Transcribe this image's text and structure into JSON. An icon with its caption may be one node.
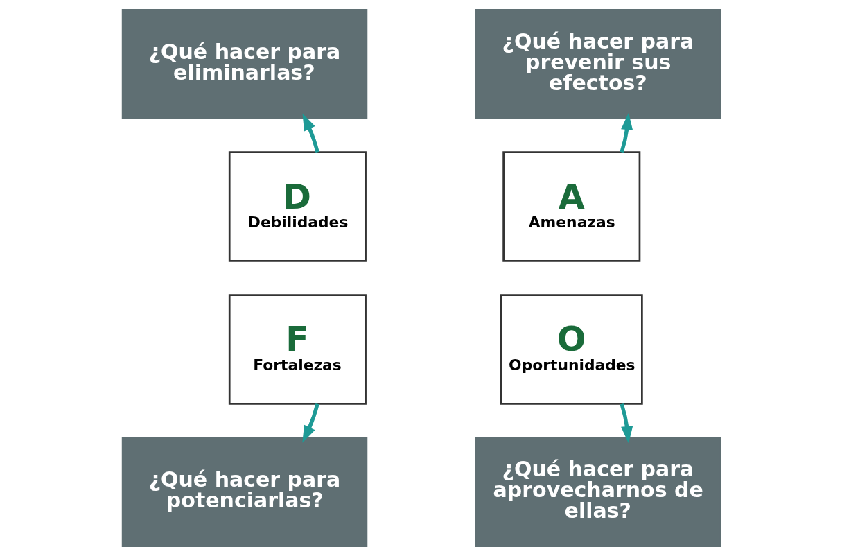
{
  "diagram": {
    "nodes": [
      {
        "text": [
          "¿Qué hacer para eliminarlas?"
        ]
      },
      {
        "text": [
          "¿Qué hacer para prevenir sus efectos?"
        ]
      },
      {
        "text": [
          "D",
          "Debilidades"
        ]
      },
      {
        "text": [
          "A",
          "Amenazas"
        ]
      },
      {
        "text": [
          "F",
          "Fortalezas"
        ]
      },
      {
        "text": [
          "O",
          "Oportunidades"
        ]
      },
      {
        "text": [
          "¿Qué hacer para potenciarlas?"
        ]
      },
      {
        "text": [
          "¿Qué hacer para aprovecharnos de ellas?"
        ]
      }
    ],
    "edges": [
      {
        "from": 2,
        "to": 0,
        "arrow": "to"
      },
      {
        "from": 3,
        "to": 1,
        "arrow": "to"
      },
      {
        "from": 4,
        "to": 6,
        "arrow": "to"
      },
      {
        "from": 5,
        "to": 7,
        "arrow": "to"
      }
    ]
  }
}
